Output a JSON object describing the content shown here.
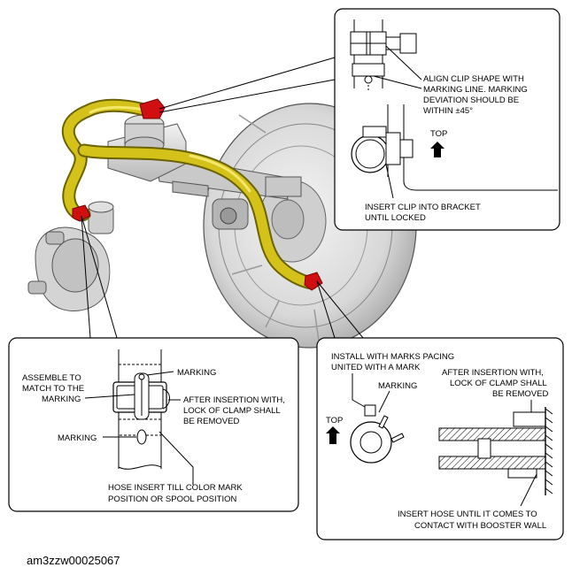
{
  "top_callout": {
    "align_note": [
      "ALIGN CLIP SHAPE WITH",
      "MARKING LINE. MARKING",
      "DEVIATION SHOULD BE",
      "WITHIN ±45°"
    ],
    "top_label": "TOP",
    "insert_note": [
      "INSERT CLIP INTO BRACKET",
      "UNTIL LOCKED"
    ]
  },
  "left_callout": {
    "marking_top": "MARKING",
    "assemble_note": [
      "ASSEMBLE TO",
      "MATCH TO THE",
      "MARKING"
    ],
    "after_insertion_note": [
      "AFTER INSERTION WITH,",
      "LOCK OF CLAMP SHALL",
      "BE REMOVED"
    ],
    "marking_bottom": "MARKING",
    "hose_insert_note": [
      "HOSE INSERT TILL COLOR MARK",
      "POSITION OR SPOOL POSITION"
    ]
  },
  "right_callout": {
    "install_note": [
      "INSTALL WITH MARKS PACING",
      "UNITED WITH A MARK"
    ],
    "marking": "MARKING",
    "top_label": "TOP",
    "after_insertion_note": [
      "AFTER INSERTION WITH,",
      "LOCK OF CLAMP SHALL",
      "BE REMOVED"
    ],
    "insert_hose_note": [
      "INSERT HOSE UNTIL IT COMES TO",
      "CONTACT WITH BOOSTER WALL"
    ]
  },
  "figure_code": "am3zzw00025067",
  "colors": {
    "hose": "#d4c21a",
    "clamp": "#d01010",
    "booster": "#e4e4e4"
  }
}
